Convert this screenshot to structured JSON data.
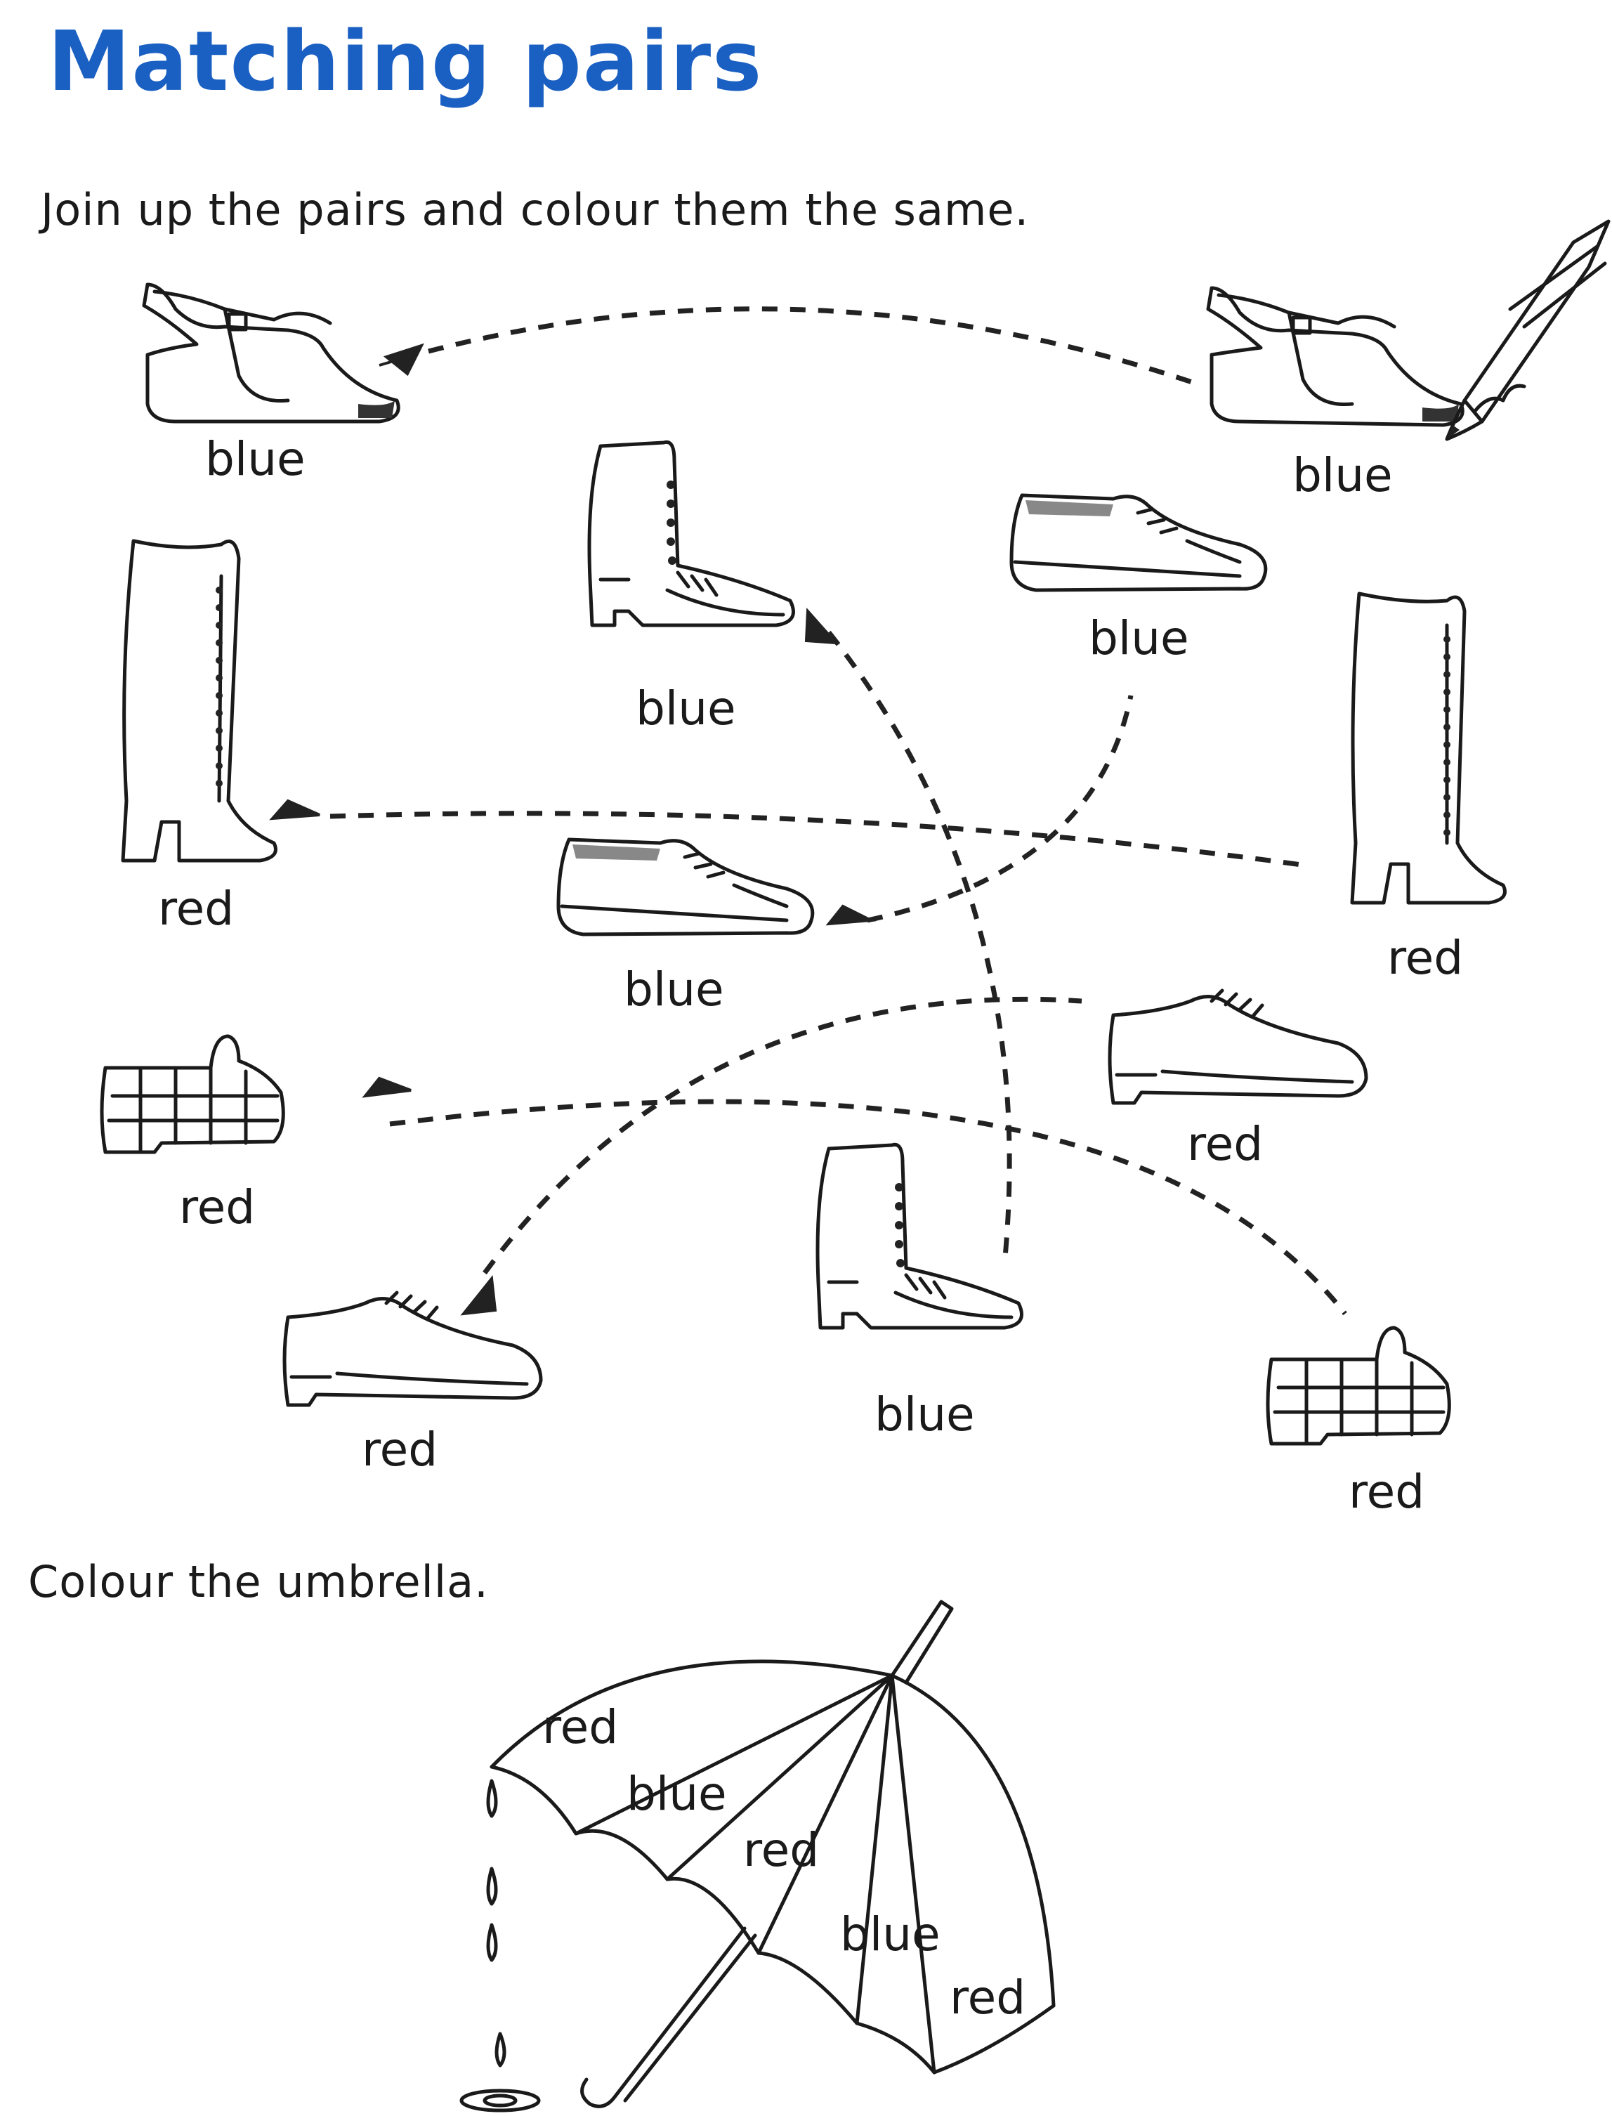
{
  "title": "Matching pairs",
  "instruction_pairs": "Join up the pairs and colour them the same.",
  "instruction_umbrella": "Colour the umbrella.",
  "shoe_labels": {
    "sandal_left": "blue",
    "sandal_right": "blue",
    "tall_boot_left": "red",
    "tall_boot_right": "red",
    "ankle_boot_top": "blue",
    "ankle_boot_bottom": "blue",
    "sneaker_top": "blue",
    "sneaker_middle": "blue",
    "slipper_left": "red",
    "slipper_right": "red",
    "oxford_right": "red",
    "oxford_bottom": "red"
  },
  "umbrella_labels": [
    "red",
    "blue",
    "red",
    "blue",
    "red"
  ],
  "colors": {
    "title": "#1a5fc2",
    "ink": "#1a1a1a"
  },
  "icons": [
    "sandal-icon",
    "tall-boot-icon",
    "ankle-boot-icon",
    "sneaker-icon",
    "slipper-icon",
    "oxford-shoe-icon",
    "pencil-icon",
    "umbrella-icon",
    "raindrop-icon"
  ]
}
